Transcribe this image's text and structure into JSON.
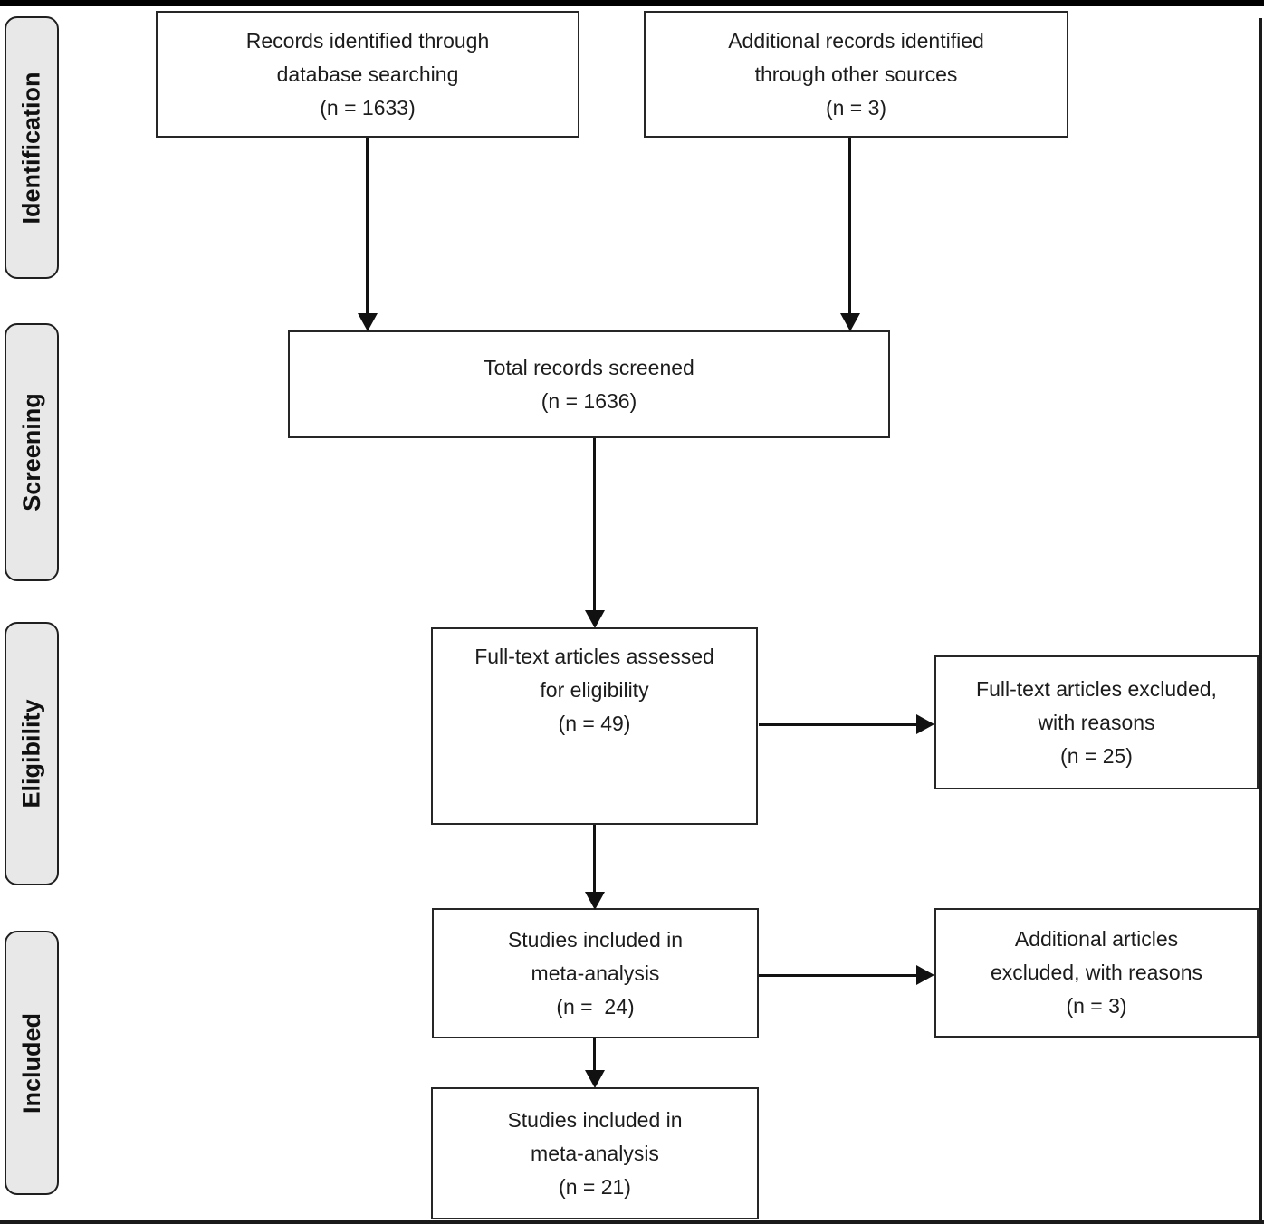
{
  "stages": [
    {
      "label": "Identification"
    },
    {
      "label": "Screening"
    },
    {
      "label": "Eligibility"
    },
    {
      "label": "Included"
    }
  ],
  "boxes": {
    "records_identified": {
      "lines": [
        "Records identified through",
        "database searching",
        "(n = 1633)"
      ]
    },
    "additional_records": {
      "lines": [
        "Additional records identified",
        "through other sources",
        "(n = 3)"
      ]
    },
    "total_screened": {
      "lines": [
        "Total records screened",
        "(n = 1636)"
      ]
    },
    "fulltext_assessed": {
      "lines": [
        "Full-text articles assessed",
        "for eligibility",
        "(n = 49)"
      ]
    },
    "fulltext_excluded": {
      "lines": [
        "Full-text articles excluded,",
        "with reasons",
        "(n = 25)"
      ]
    },
    "studies_included_meta": {
      "lines": [
        "Studies included in",
        "meta-analysis",
        "(n =  24)"
      ]
    },
    "additional_excluded": {
      "lines": [
        "Additional articles",
        "excluded, with reasons",
        "(n = 3)"
      ]
    },
    "studies_included_final": {
      "lines": [
        "Studies included in",
        "meta-analysis",
        "(n = 21)"
      ]
    }
  },
  "colors": {
    "box_border": "#262626",
    "stage_fill": "#e8e8e8",
    "arrow": "#111111",
    "text": "#1c1c1c",
    "frame": "#000000"
  }
}
